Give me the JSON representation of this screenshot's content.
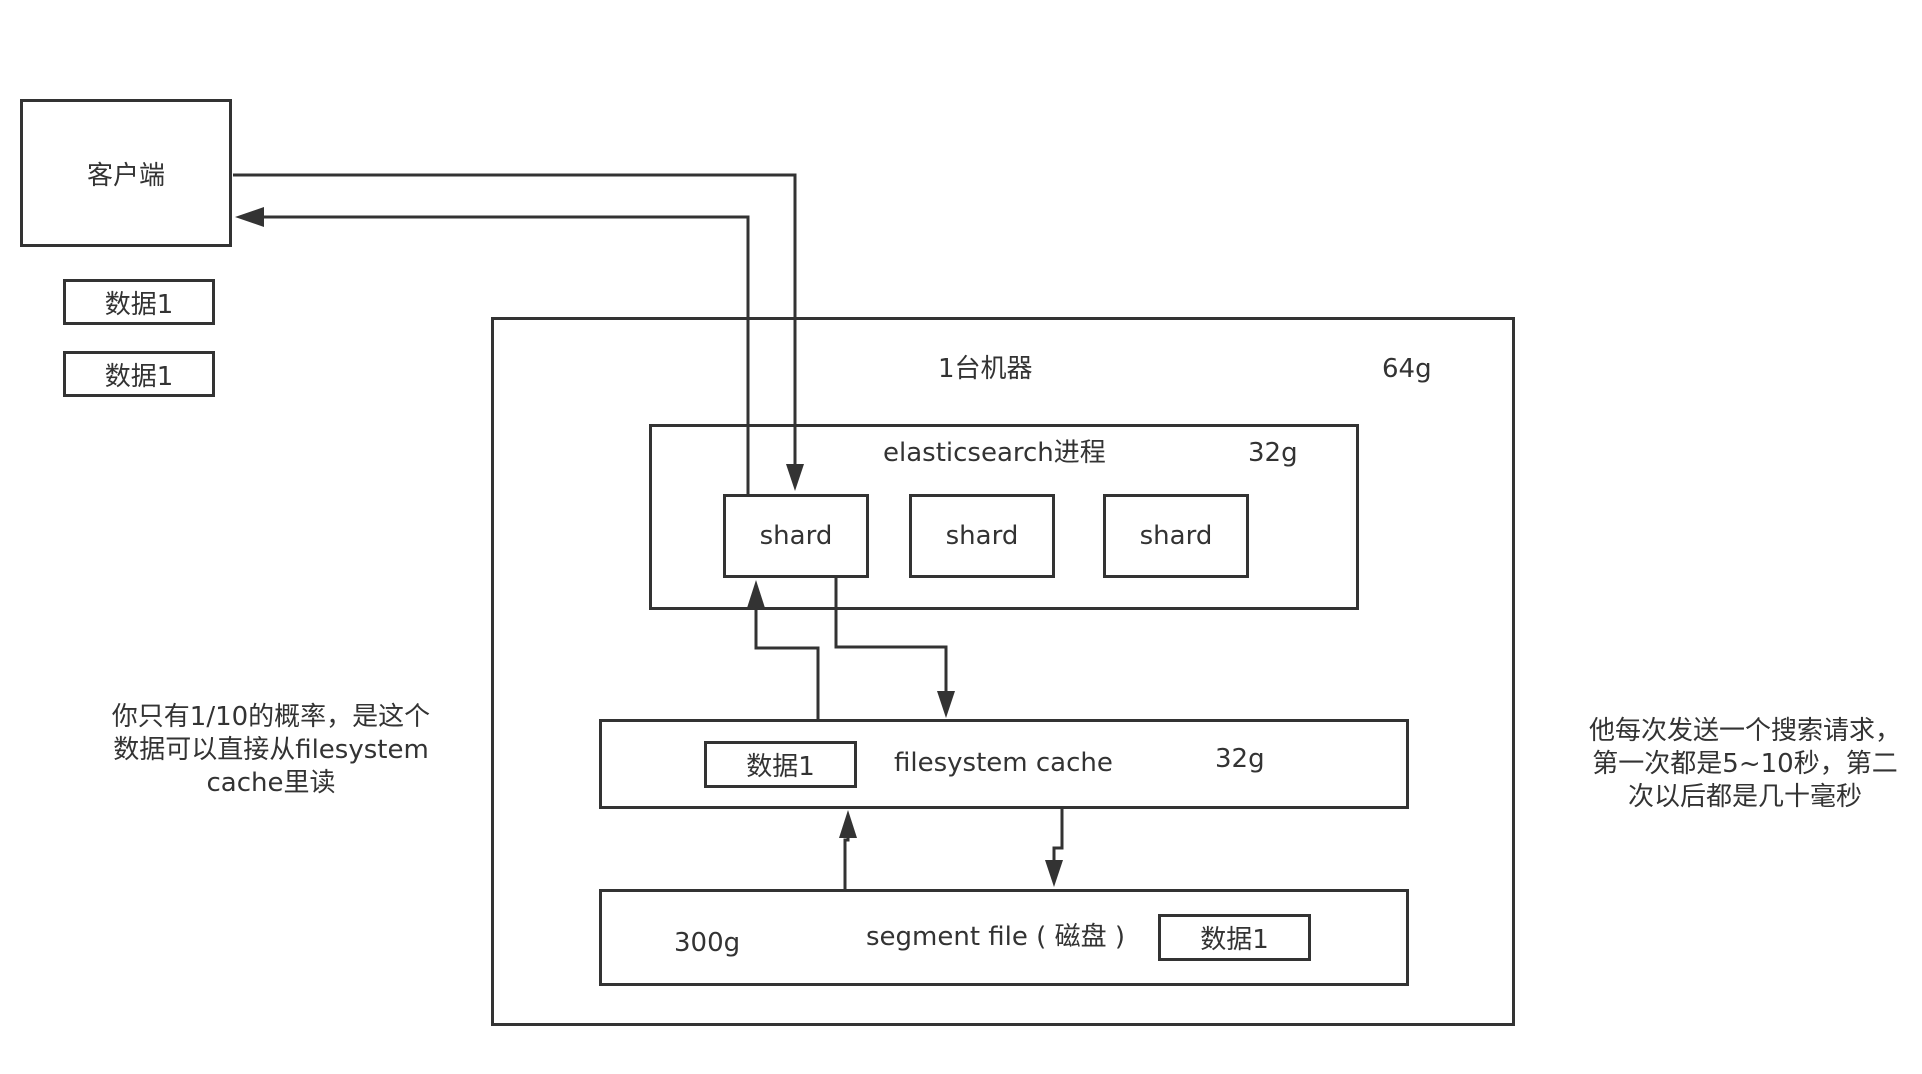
{
  "client": {
    "label": "客户端",
    "records": [
      "数据1",
      "数据1"
    ]
  },
  "machine": {
    "label": "1台机器",
    "memory": "64g"
  },
  "es_process": {
    "label": "elasticsearch进程",
    "memory": "32g",
    "shards": [
      "shard",
      "shard",
      "shard"
    ]
  },
  "fs_cache": {
    "record": "数据1",
    "label": "filesystem cache",
    "memory": "32g"
  },
  "segment": {
    "size": "300g",
    "label": "segment file ( 磁盘 )",
    "record": "数据1"
  },
  "notes": {
    "left": [
      "你只有1/10的概率，是这个",
      "数据可以直接从filesystem",
      "cache里读"
    ],
    "right": [
      "他每次发送一个搜索请求，",
      "第一次都是5~10秒，第二",
      "次以后都是几十毫秒"
    ]
  },
  "colors": {
    "stroke": "#333333",
    "background": "#ffffff"
  }
}
